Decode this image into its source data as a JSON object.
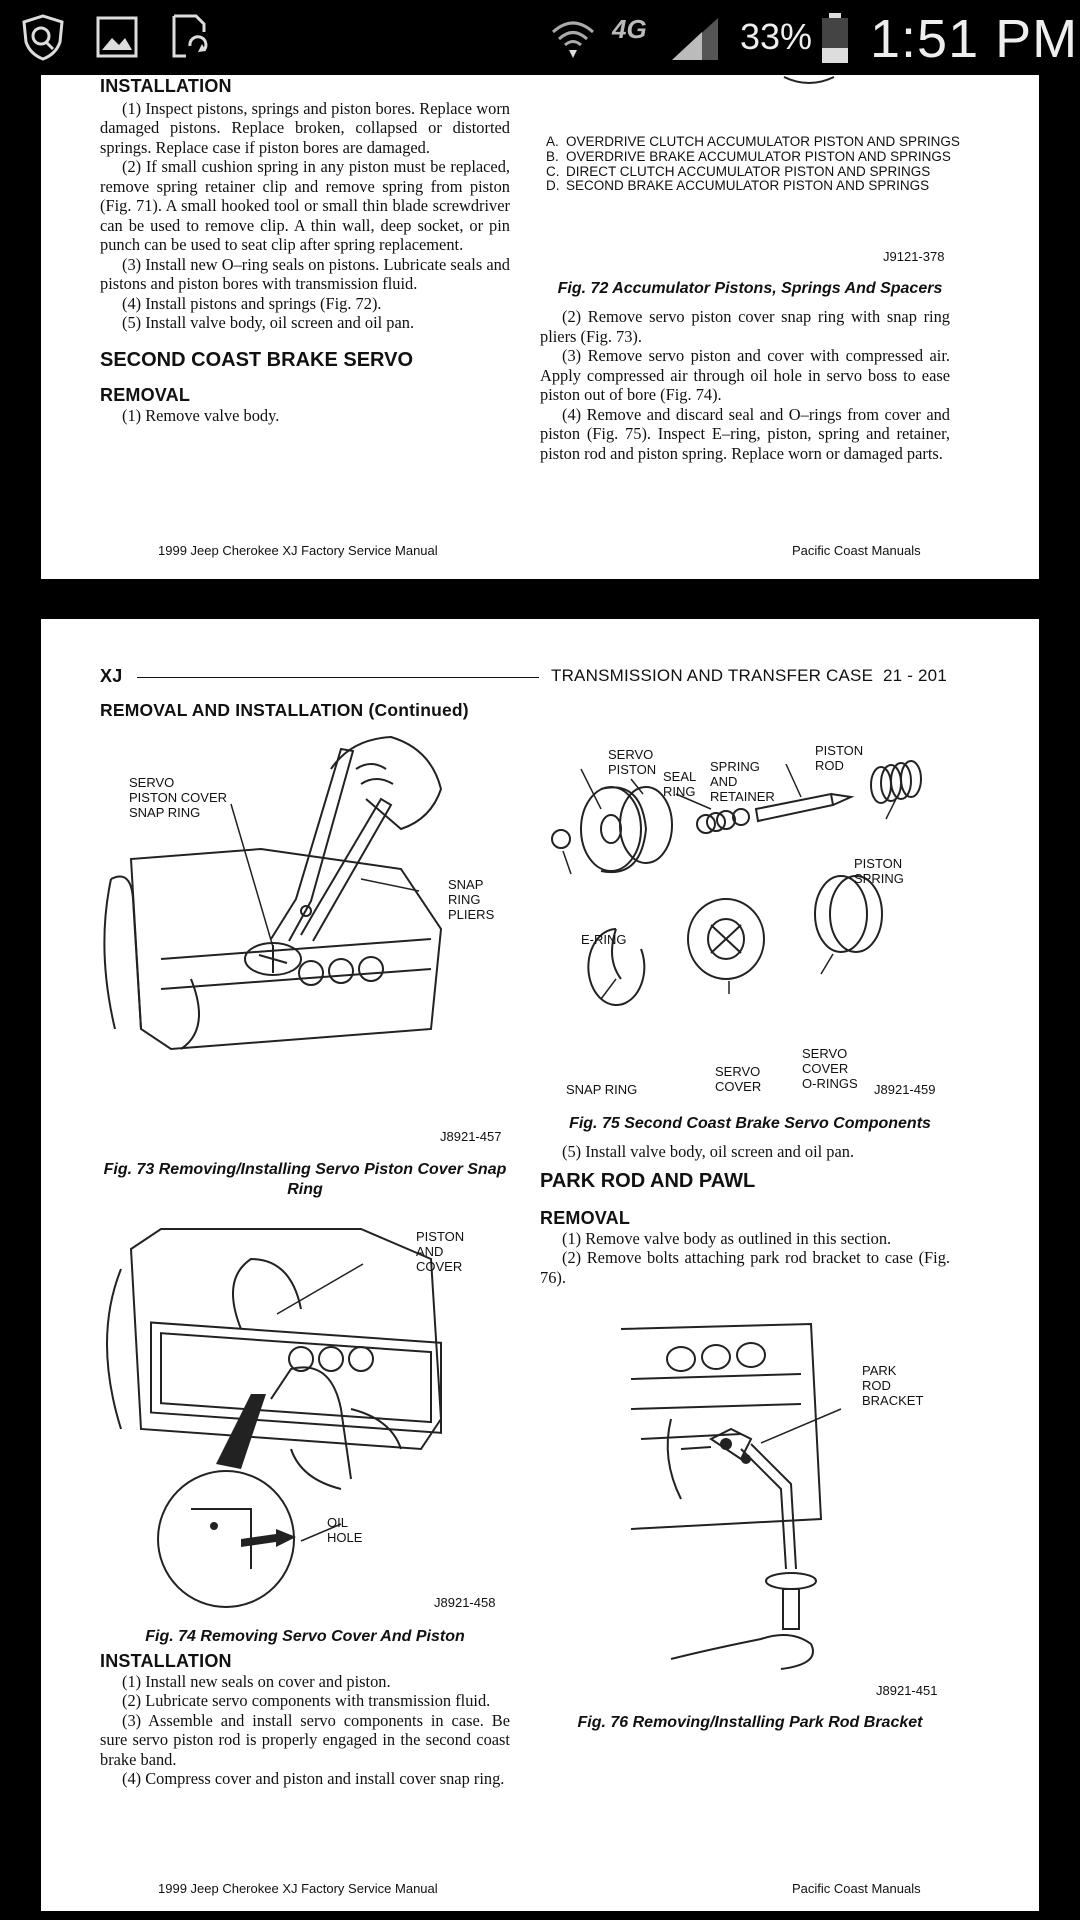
{
  "status_bar": {
    "battery": "33%",
    "time": "1:51 PM",
    "network": "4G"
  },
  "page1": {
    "installation_heading": "INSTALLATION",
    "install_steps": [
      "(1) Inspect pistons, springs and piston bores. Replace worn damaged pistons. Replace broken, collapsed or distorted springs. Replace case if piston bores are damaged.",
      "(2) If small cushion spring in any piston must be replaced, remove spring retainer clip and remove spring from piston (Fig. 71). A small hooked tool or small thin blade screwdriver can be used to remove clip. A thin wall, deep socket, or pin punch can be used to seat clip after spring replacement.",
      "(3) Install new O–ring seals on pistons. Lubricate seals and pistons and piston bores with transmission fluid.",
      "(4) Install pistons and springs (Fig. 72).",
      "(5) Install valve body, oil screen and oil pan."
    ],
    "section_heading": "SECOND COAST BRAKE SERVO",
    "removal_heading": "REMOVAL",
    "removal_step1": "(1) Remove valve body.",
    "legend": [
      {
        "key": "A.",
        "text": "OVERDRIVE CLUTCH ACCUMULATOR PISTON AND SPRINGS"
      },
      {
        "key": "B.",
        "text": "OVERDRIVE BRAKE ACCUMULATOR PISTON AND SPRINGS"
      },
      {
        "key": "C.",
        "text": "DIRECT CLUTCH ACCUMULATOR PISTON AND SPRINGS"
      },
      {
        "key": "D.",
        "text": "SECOND BRAKE ACCUMULATOR PISTON AND SPRINGS"
      }
    ],
    "fig72_code": "J9121-378",
    "fig72_caption": "Fig. 72 Accumulator Pistons, Springs And Spacers",
    "right_steps": [
      "(2) Remove servo piston cover snap ring with snap ring pliers (Fig. 73).",
      "(3) Remove servo piston and cover with compressed air. Apply compressed air through oil hole in servo boss to ease piston out of bore (Fig. 74).",
      "(4) Remove and discard seal and O–rings from cover and piston (Fig. 75). Inspect E–ring, piston, spring and retainer, piston rod and piston spring. Replace worn or damaged parts."
    ],
    "footer_left": "1999 Jeep Cherokee XJ Factory Service Manual",
    "footer_right": "Pacific Coast Manuals"
  },
  "page2": {
    "header_left": "XJ",
    "header_right": "TRANSMISSION AND TRANSFER CASE",
    "page_number": "21 - 201",
    "section_heading": "REMOVAL AND INSTALLATION (Continued)",
    "fig73": {
      "labels": {
        "snap_ring": "SERVO\nPISTON COVER\nSNAP RING",
        "pliers": "SNAP\nRING\nPLIERS"
      },
      "code": "J8921-457",
      "caption": "Fig. 73 Removing/Installing Servo Piston Cover Snap Ring"
    },
    "fig74": {
      "labels": {
        "piston_cover": "PISTON\nAND\nCOVER",
        "oil_hole": "OIL\nHOLE"
      },
      "code": "J8921-458",
      "caption": "Fig. 74 Removing Servo Cover And Piston"
    },
    "installation_heading": "INSTALLATION",
    "install_steps": [
      "(1) Install new seals on cover and piston.",
      "(2) Lubricate servo components with transmission fluid.",
      "(3) Assemble and install servo components in case. Be sure servo piston rod is properly engaged in the second coast brake band.",
      "(4) Compress cover and piston and install cover snap ring."
    ],
    "fig75": {
      "labels": {
        "servo_piston": "SERVO\nPISTON",
        "seal_ring": "SEAL\nRING",
        "spring_retainer": "SPRING\nAND\nRETAINER",
        "piston_rod": "PISTON\nROD",
        "piston_spring": "PISTON\nSPRING",
        "e_ring": "E-RING",
        "snap_ring": "SNAP RING",
        "servo_cover": "SERVO\nCOVER",
        "cover_orings": "SERVO\nCOVER\nO-RINGS"
      },
      "code": "J8921-459",
      "caption": "Fig. 75 Second Coast Brake Servo Components"
    },
    "step5": "(5) Install valve body, oil screen and oil pan.",
    "park_heading": "PARK ROD AND PAWL",
    "removal_heading": "REMOVAL",
    "removal_steps": [
      "(1) Remove valve body as outlined in this section.",
      "(2) Remove bolts attaching park rod bracket to case (Fig. 76)."
    ],
    "fig76": {
      "labels": {
        "bracket": "PARK\nROD\nBRACKET"
      },
      "code": "J8921-451",
      "caption": "Fig. 76 Removing/Installing Park Rod Bracket"
    },
    "footer_left": "1999 Jeep Cherokee XJ Factory Service Manual",
    "footer_right": "Pacific Coast Manuals"
  }
}
